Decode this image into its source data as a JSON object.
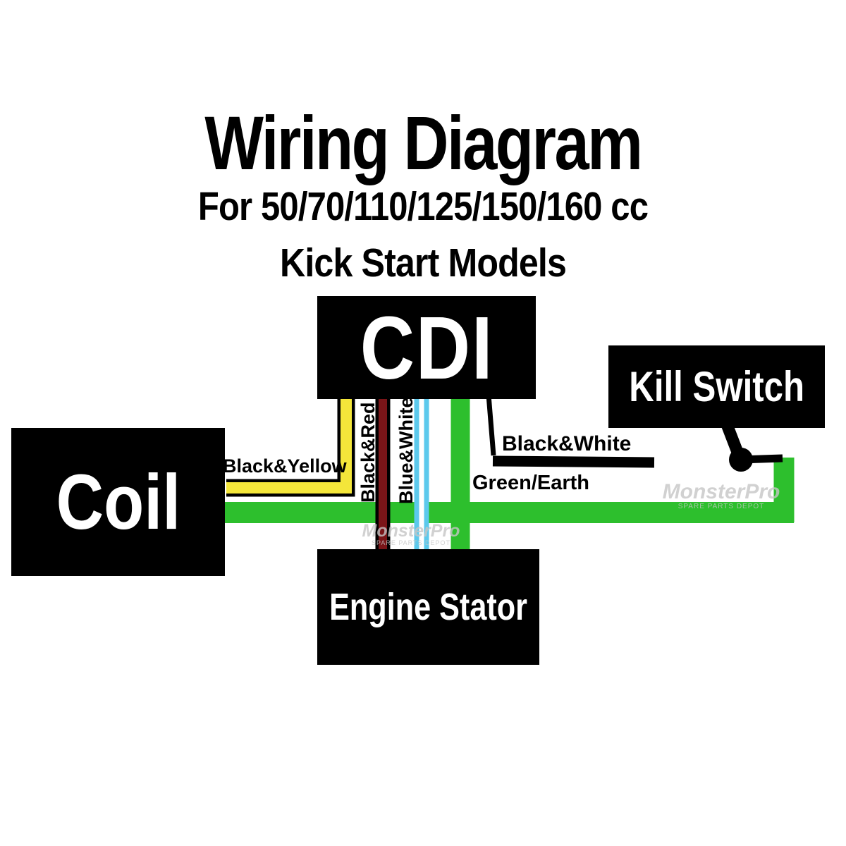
{
  "title": "Wiring Diagram",
  "subtitle_line1": "For 50/70/110/125/150/160 cc",
  "subtitle_line2": "Kick Start Models",
  "components": {
    "cdi": "CDI",
    "kill_switch": "Kill Switch",
    "coil": "Coil",
    "engine_stator": "Engine Stator"
  },
  "wires": {
    "black_yellow": {
      "label": "Black&Yellow",
      "color": "#f4e63a"
    },
    "black_red": {
      "label": "Black&Red",
      "color": "#7a1518"
    },
    "blue_white": {
      "label": "Blue&White",
      "color": "#5cc9ec"
    },
    "black_white": {
      "label": "Black&White",
      "color": "#000000"
    },
    "green_earth": {
      "label": "Green/Earth",
      "color": "#2dbf2d"
    }
  },
  "watermark": {
    "name": "MonsterPro",
    "tagline": "SPARE PARTS DEPOT"
  }
}
